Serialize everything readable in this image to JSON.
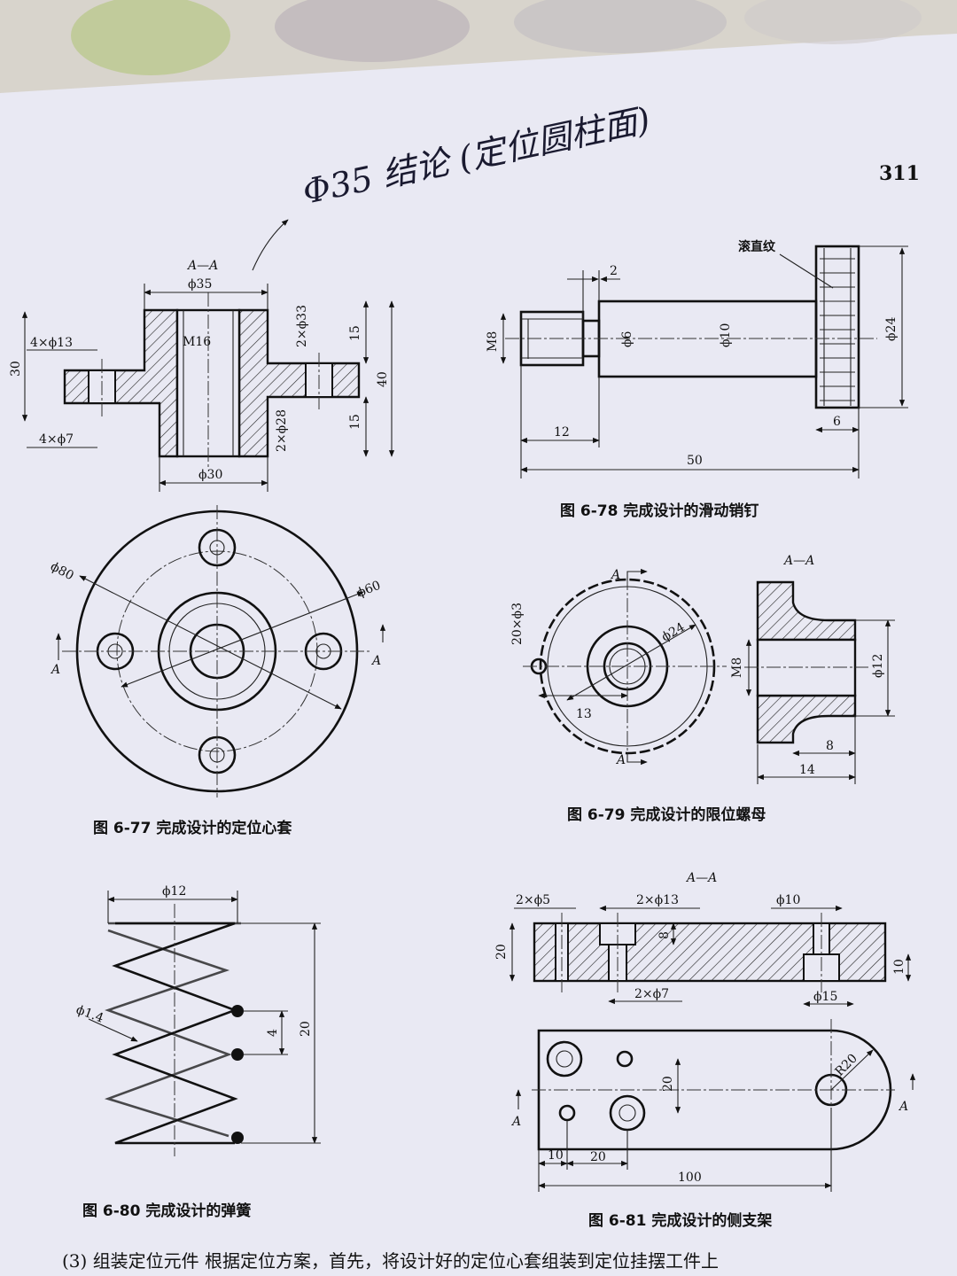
{
  "page_number": "311",
  "handwritten_note": "Φ35 结论 (定位圆柱面)",
  "fig77": {
    "caption": "图 6-77   完成设计的定位心套",
    "section_label": "A—A",
    "dims": {
      "d35": "ϕ35",
      "m16": "M16",
      "h4x13": "4×ϕ13",
      "h4x7": "4×ϕ7",
      "h30": "30",
      "h2x33": "2×ϕ33",
      "v15a": "15",
      "v40": "40",
      "v15b": "15",
      "h2x28": "2×ϕ28",
      "d30": "ϕ30",
      "d80": "ϕ80",
      "d60": "ϕ60",
      "a_left": "A",
      "a_right": "A"
    }
  },
  "fig78": {
    "caption": "图 6-78   完成设计的滑动销钉",
    "knurl_label": "滚直纹",
    "dims": {
      "d2": "2",
      "m8": "M8",
      "d6": "ϕ6",
      "d10": "ϕ10",
      "d24": "ϕ24",
      "d6b": "6",
      "d12": "12",
      "d50": "50"
    }
  },
  "fig79": {
    "caption": "图 6-79   完成设计的限位螺母",
    "section_label": "A—A",
    "dims": {
      "a_top": "A",
      "a_bottom": "A",
      "n20x3": "20×ϕ3",
      "d24": "ϕ24",
      "d13": "13",
      "m8": "M8",
      "d12": "ϕ12",
      "d8": "8",
      "d14": "14"
    }
  },
  "fig80": {
    "caption": "图 6-80   完成设计的弹簧",
    "dims": {
      "d12": "ϕ12",
      "d14": "ϕ1.4",
      "p4": "4",
      "h20": "20"
    }
  },
  "fig81": {
    "caption": "图 6-81   完成设计的侧支架",
    "section_label": "A—A",
    "dims": {
      "h2x5": "2×ϕ5",
      "h2x13": "2×ϕ13",
      "d10": "ϕ10",
      "h20": "20",
      "v8": "8",
      "v10": "10",
      "h2x7": "2×ϕ7",
      "d15": "ϕ15",
      "r20": "R20",
      "v20": "20",
      "a_left": "A",
      "a_right": "A",
      "l10": "10",
      "l20": "20",
      "l100": "100"
    }
  },
  "footer_text": "(3) 组装定位元件   根据定位方案，首先，将设计好的定位心套组装到定位挂摆工件上"
}
